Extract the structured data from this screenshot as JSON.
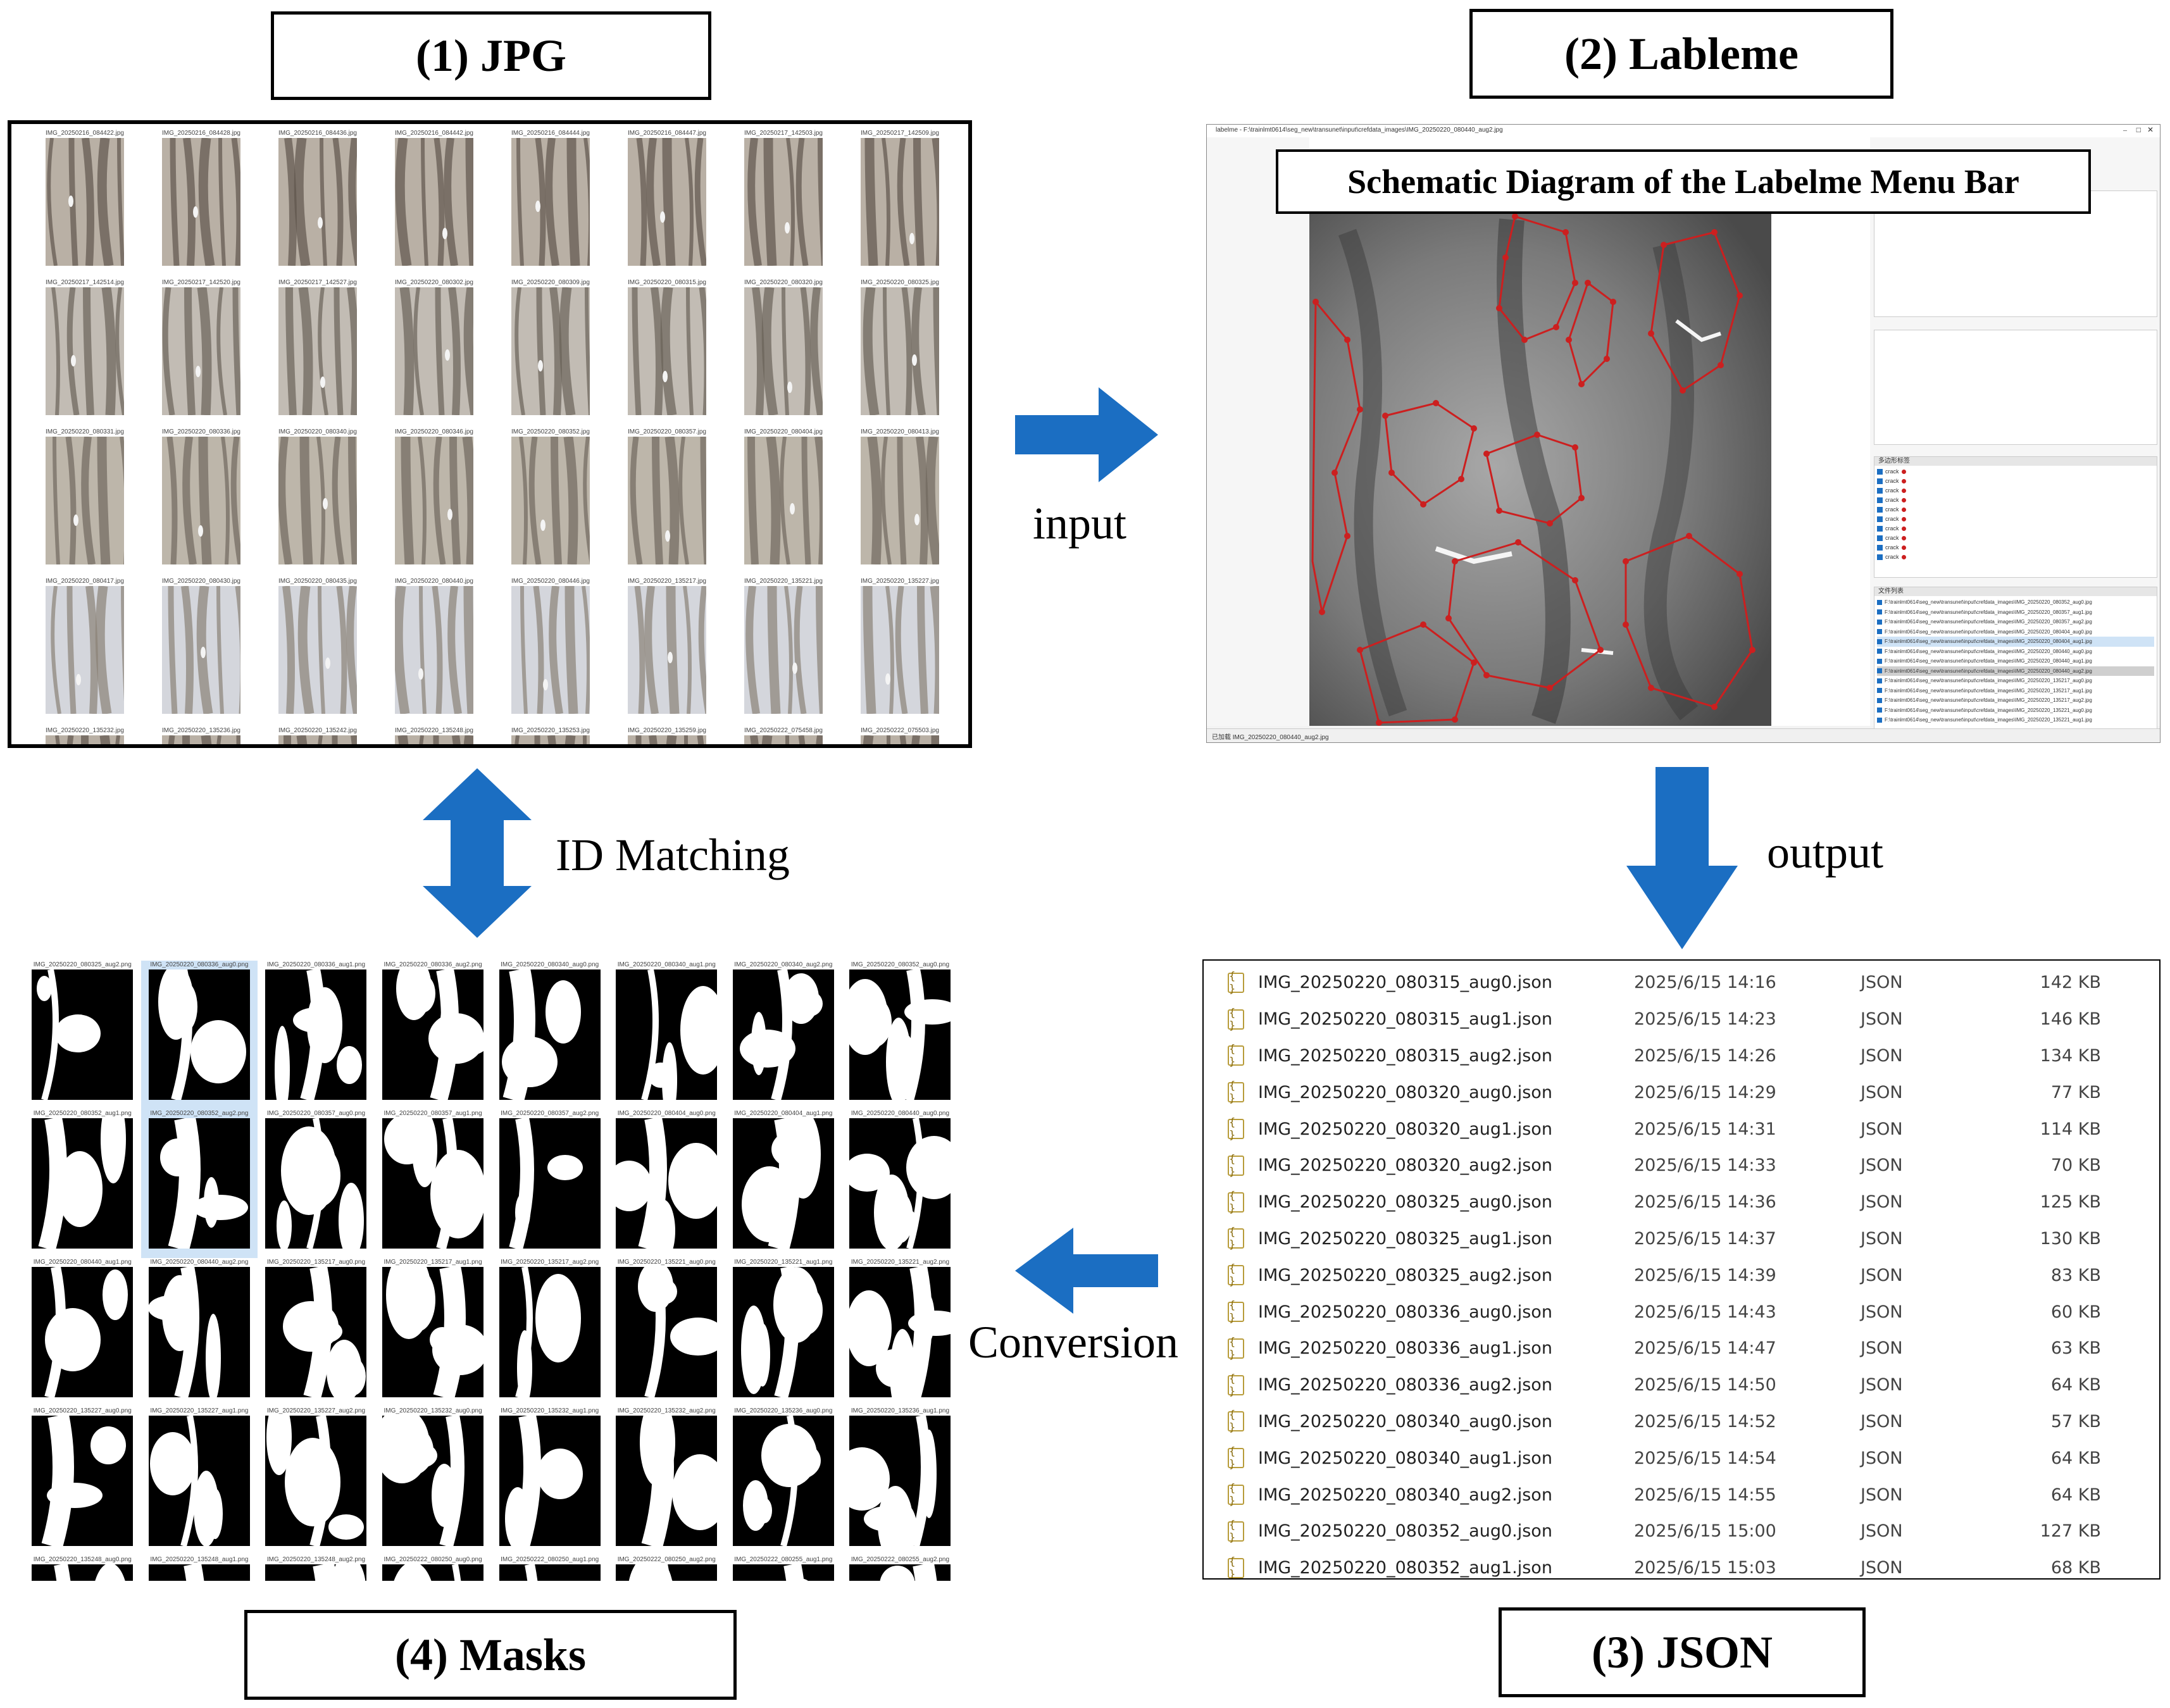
{
  "titles": {
    "jpg": "(1) JPG",
    "labelme": "(2) Lableme",
    "json": "(3) JSON",
    "masks": "(4) Masks"
  },
  "labelme_overlay": "Schematic Diagram of the Labelme Menu Bar",
  "labelme_window": {
    "title_bar": "labelme - F:\\trainlmt0614\\seg_new\\transunet\\input\\crefdata_images\\IMG_20250220_080440_aug2.jpg",
    "status_bar": "已加载 IMG_20250220_080440_aug2.jpg",
    "label_list_header": "多边形标签",
    "file_list_header": "文件列表",
    "label_items": [
      "crack",
      "crack",
      "crack",
      "crack",
      "crack",
      "crack",
      "crack",
      "crack",
      "crack",
      "crack"
    ],
    "file_items": [
      "F:\\trainlmt0614\\seg_new\\transunet\\input\\crefdata_images\\IMG_20250220_080352_aug0.jpg",
      "F:\\trainlmt0614\\seg_new\\transunet\\input\\crefdata_images\\IMG_20250220_080357_aug1.jpg",
      "F:\\trainlmt0614\\seg_new\\transunet\\input\\crefdata_images\\IMG_20250220_080357_aug2.jpg",
      "F:\\trainlmt0614\\seg_new\\transunet\\input\\crefdata_images\\IMG_20250220_080404_aug0.jpg",
      "F:\\trainlmt0614\\seg_new\\transunet\\input\\crefdata_images\\IMG_20250220_080404_aug1.jpg",
      "F:\\trainlmt0614\\seg_new\\transunet\\input\\crefdata_images\\IMG_20250220_080440_aug0.jpg",
      "F:\\trainlmt0614\\seg_new\\transunet\\input\\crefdata_images\\IMG_20250220_080440_aug1.jpg",
      "F:\\trainlmt0614\\seg_new\\transunet\\input\\crefdata_images\\IMG_20250220_080440_aug2.jpg",
      "F:\\trainlmt0614\\seg_new\\transunet\\input\\crefdata_images\\IMG_20250220_135217_aug0.jpg",
      "F:\\trainlmt0614\\seg_new\\transunet\\input\\crefdata_images\\IMG_20250220_135217_aug1.jpg",
      "F:\\trainlmt0614\\seg_new\\transunet\\input\\crefdata_images\\IMG_20250220_135217_aug2.jpg",
      "F:\\trainlmt0614\\seg_new\\transunet\\input\\crefdata_images\\IMG_20250220_135221_aug0.jpg",
      "F:\\trainlmt0614\\seg_new\\transunet\\input\\crefdata_images\\IMG_20250220_135221_aug1.jpg"
    ]
  },
  "arrows": {
    "input": "input",
    "output": "output",
    "conversion": "Conversion",
    "id_matching": "ID Matching"
  },
  "jpg_files": [
    "IMG_20250216_084422.jpg",
    "IMG_20250216_084428.jpg",
    "IMG_20250216_084436.jpg",
    "IMG_20250216_084442.jpg",
    "IMG_20250216_084444.jpg",
    "IMG_20250216_084447.jpg",
    "IMG_20250217_142503.jpg",
    "IMG_20250217_142509.jpg",
    "IMG_20250217_142514.jpg",
    "IMG_20250217_142520.jpg",
    "IMG_20250217_142527.jpg",
    "IMG_20250220_080302.jpg",
    "IMG_20250220_080309.jpg",
    "IMG_20250220_080315.jpg",
    "IMG_20250220_080320.jpg",
    "IMG_20250220_080325.jpg",
    "IMG_20250220_080331.jpg",
    "IMG_20250220_080336.jpg",
    "IMG_20250220_080340.jpg",
    "IMG_20250220_080346.jpg",
    "IMG_20250220_080352.jpg",
    "IMG_20250220_080357.jpg",
    "IMG_20250220_080404.jpg",
    "IMG_20250220_080413.jpg",
    "IMG_20250220_080417.jpg",
    "IMG_20250220_080430.jpg",
    "IMG_20250220_080435.jpg",
    "IMG_20250220_080440.jpg",
    "IMG_20250220_080446.jpg",
    "IMG_20250220_135217.jpg",
    "IMG_20250220_135221.jpg",
    "IMG_20250220_135227.jpg",
    "IMG_20250220_135232.jpg",
    "IMG_20250220_135236.jpg",
    "IMG_20250220_135242.jpg",
    "IMG_20250220_135248.jpg",
    "IMG_20250220_135253.jpg",
    "IMG_20250220_135259.jpg",
    "IMG_20250222_075458.jpg",
    "IMG_20250222_075503.jpg"
  ],
  "mask_files": [
    "IMG_20250220_080325_aug2.png",
    "IMG_20250220_080336_aug0.png",
    "IMG_20250220_080336_aug1.png",
    "IMG_20250220_080336_aug2.png",
    "IMG_20250220_080340_aug0.png",
    "IMG_20250220_080340_aug1.png",
    "IMG_20250220_080340_aug2.png",
    "IMG_20250220_080352_aug0.png",
    "IMG_20250220_080352_aug1.png",
    "IMG_20250220_080352_aug2.png",
    "IMG_20250220_080357_aug0.png",
    "IMG_20250220_080357_aug1.png",
    "IMG_20250220_080357_aug2.png",
    "IMG_20250220_080404_aug0.png",
    "IMG_20250220_080404_aug1.png",
    "IMG_20250220_080440_aug0.png",
    "IMG_20250220_080440_aug1.png",
    "IMG_20250220_080440_aug2.png",
    "IMG_20250220_135217_aug0.png",
    "IMG_20250220_135217_aug1.png",
    "IMG_20250220_135217_aug2.png",
    "IMG_20250220_135221_aug0.png",
    "IMG_20250220_135221_aug1.png",
    "IMG_20250220_135221_aug2.png",
    "IMG_20250220_135227_aug0.png",
    "IMG_20250220_135227_aug1.png",
    "IMG_20250220_135227_aug2.png",
    "IMG_20250220_135232_aug0.png",
    "IMG_20250220_135232_aug1.png",
    "IMG_20250220_135232_aug2.png",
    "IMG_20250220_135236_aug0.png",
    "IMG_20250220_135236_aug1.png",
    "IMG_20250220_135248_aug0.png",
    "IMG_20250220_135248_aug1.png",
    "IMG_20250220_135248_aug2.png",
    "IMG_20250222_080250_aug0.png",
    "IMG_20250222_080250_aug1.png",
    "IMG_20250222_080250_aug2.png",
    "IMG_20250222_080255_aug1.png",
    "IMG_20250222_080255_aug2.png"
  ],
  "json_files": [
    {
      "name": "IMG_20250220_080315_aug0.json",
      "date": "2025/6/15 14:16",
      "type": "JSON",
      "size": "142 KB"
    },
    {
      "name": "IMG_20250220_080315_aug1.json",
      "date": "2025/6/15 14:23",
      "type": "JSON",
      "size": "146 KB"
    },
    {
      "name": "IMG_20250220_080315_aug2.json",
      "date": "2025/6/15 14:26",
      "type": "JSON",
      "size": "134 KB"
    },
    {
      "name": "IMG_20250220_080320_aug0.json",
      "date": "2025/6/15 14:29",
      "type": "JSON",
      "size": "77 KB"
    },
    {
      "name": "IMG_20250220_080320_aug1.json",
      "date": "2025/6/15 14:31",
      "type": "JSON",
      "size": "114 KB"
    },
    {
      "name": "IMG_20250220_080320_aug2.json",
      "date": "2025/6/15 14:33",
      "type": "JSON",
      "size": "70 KB"
    },
    {
      "name": "IMG_20250220_080325_aug0.json",
      "date": "2025/6/15 14:36",
      "type": "JSON",
      "size": "125 KB"
    },
    {
      "name": "IMG_20250220_080325_aug1.json",
      "date": "2025/6/15 14:37",
      "type": "JSON",
      "size": "130 KB"
    },
    {
      "name": "IMG_20250220_080325_aug2.json",
      "date": "2025/6/15 14:39",
      "type": "JSON",
      "size": "83 KB"
    },
    {
      "name": "IMG_20250220_080336_aug0.json",
      "date": "2025/6/15 14:43",
      "type": "JSON",
      "size": "60 KB"
    },
    {
      "name": "IMG_20250220_080336_aug1.json",
      "date": "2025/6/15 14:47",
      "type": "JSON",
      "size": "63 KB"
    },
    {
      "name": "IMG_20250220_080336_aug2.json",
      "date": "2025/6/15 14:50",
      "type": "JSON",
      "size": "64 KB"
    },
    {
      "name": "IMG_20250220_080340_aug0.json",
      "date": "2025/6/15 14:52",
      "type": "JSON",
      "size": "57 KB"
    },
    {
      "name": "IMG_20250220_080340_aug1.json",
      "date": "2025/6/15 14:54",
      "type": "JSON",
      "size": "64 KB"
    },
    {
      "name": "IMG_20250220_080340_aug2.json",
      "date": "2025/6/15 14:55",
      "type": "JSON",
      "size": "64 KB"
    },
    {
      "name": "IMG_20250220_080352_aug0.json",
      "date": "2025/6/15 15:00",
      "type": "JSON",
      "size": "127 KB"
    },
    {
      "name": "IMG_20250220_080352_aug1.json",
      "date": "2025/6/15 15:03",
      "type": "JSON",
      "size": "68 KB"
    }
  ],
  "colors": {
    "arrow_blue": "#1b6ec2",
    "annotation_red": "#cc1f1f",
    "selected_row": "#cfe3f6"
  }
}
